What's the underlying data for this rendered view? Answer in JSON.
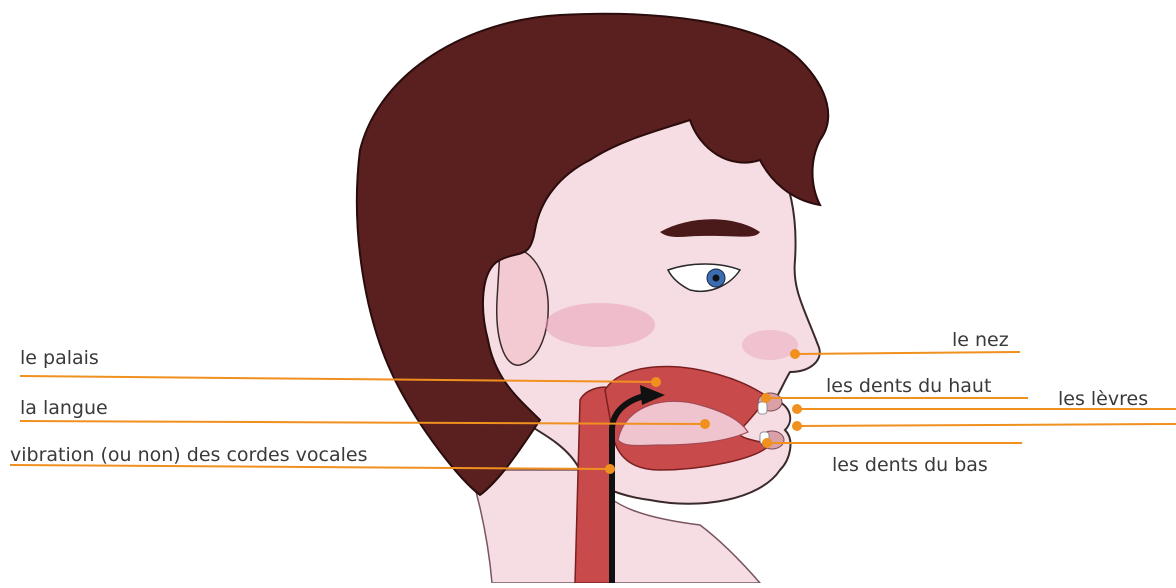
{
  "labels": {
    "palate": "le palais",
    "tongue": "la langue",
    "vocal_cords": "vibration (ou non) des cordes vocales",
    "nose": "le nez",
    "upper_teeth": "les dents du haut",
    "lips": "les lèvres",
    "lower_teeth": "les dents du bas"
  },
  "colors": {
    "hair": "#5a1f1f",
    "skin": "#f6dde4",
    "mouth_cavity": "#c94a4a",
    "leader_line": "#f0901e",
    "label_text": "#3a3a3a",
    "airflow_arrow": "#111111"
  }
}
